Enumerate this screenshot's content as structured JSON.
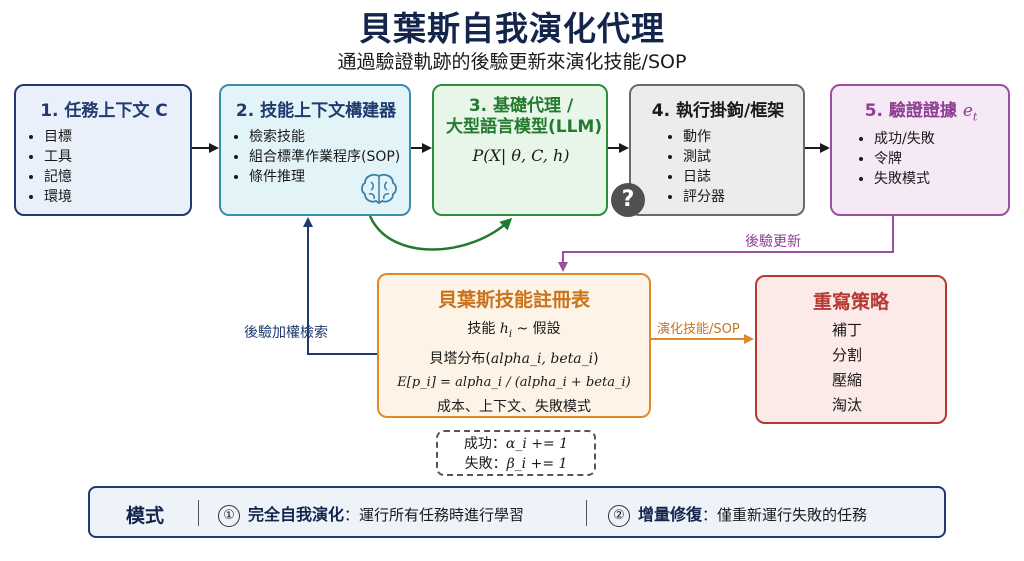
{
  "header": {
    "title": "貝葉斯自我演化代理",
    "subtitle": "通過驗證軌跡的後驗更新來演化技能/SOP"
  },
  "boxes": {
    "task_context": {
      "title": "1. 任務上下文 C",
      "items": [
        "目標",
        "工具",
        "記憶",
        "環境"
      ]
    },
    "skill_builder": {
      "title": "2. 技能上下文構建器",
      "items": [
        "檢索技能",
        "組合標準作業程序(SOP)",
        "條件推理"
      ],
      "icon": "brain-icon"
    },
    "base_agent": {
      "title_line1": "3. 基礎代理 /",
      "title_line2": "大型語言模型(LLM)",
      "formula": "P(X| θ, C, h)"
    },
    "harness": {
      "title": "4. 執行掛鉤/框架",
      "items": [
        "動作",
        "測試",
        "日誌",
        "評分器"
      ],
      "badge": "?"
    },
    "evidence": {
      "title": "5. 驗證證據",
      "title_math": "e",
      "title_sub": "t",
      "items": [
        "成功/失敗",
        "令牌",
        "失敗模式"
      ]
    }
  },
  "registry": {
    "title": "貝葉斯技能註冊表",
    "line1_prefix": "技能 ",
    "line1_math": "h",
    "line1_sub": "i",
    "line1_suffix": " ~ 假設",
    "line2_prefix": "貝塔分布(",
    "line2_math": "alpha_i, beta_i",
    "line2_suffix": ")",
    "line3": "E[p_i] = alpha_i / (alpha_i + beta_i)",
    "line4": "成本、上下文、失敗模式"
  },
  "update_rule": {
    "success_label": "成功：",
    "success_formula": "α_i += 1",
    "failure_label": "失敗：",
    "failure_formula": "β_i += 1"
  },
  "rewrite": {
    "title": "重寫策略",
    "items": [
      "補丁",
      "分割",
      "壓縮",
      "淘汰"
    ]
  },
  "edges": {
    "posterior_update": "後驗更新",
    "weighted_retrieval": "後驗加權檢索",
    "evolve_skill": "演化技能/SOP"
  },
  "modes": {
    "label": "模式",
    "mode1_num": "①",
    "mode1_title": "完全自我演化",
    "mode1_desc": "：運行所有任務時進行學習",
    "mode2_num": "②",
    "mode2_title": "增量修復",
    "mode2_desc": "：僅重新運行失敗的任務"
  },
  "colors": {
    "navy": "#1f3a6e",
    "teal": "#3b8fae",
    "green": "#2f8d3d",
    "gray": "#6a6a6a",
    "purple": "#9c4fa0",
    "orange": "#e0892a",
    "red": "#b53a34"
  }
}
